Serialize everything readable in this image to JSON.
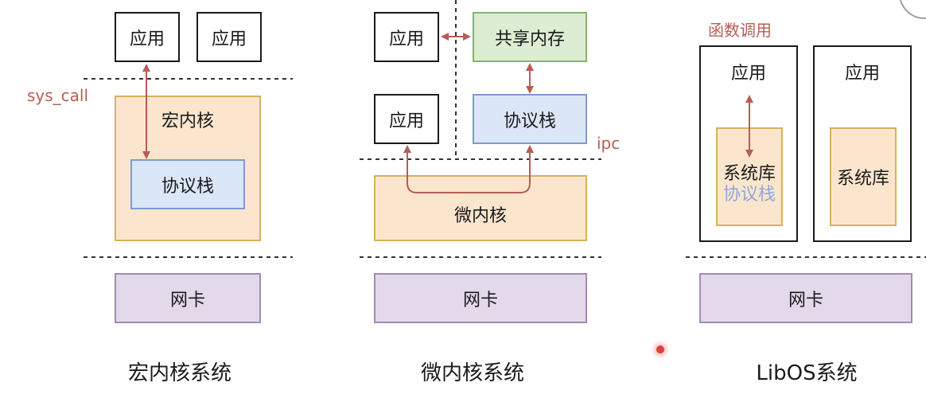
{
  "monolithic": {
    "app_left": "应用",
    "app_right": "应用",
    "syscall_label": "sys_call",
    "kernel": "宏内核",
    "protocol_stack": "协议栈",
    "nic": "网卡",
    "caption": "宏内核系统"
  },
  "microkernel": {
    "app_top": "应用",
    "shared_memory": "共享内存",
    "app_bottom": "应用",
    "protocol_stack": "协议栈",
    "ipc_label": "ipc",
    "kernel": "微内核",
    "nic": "网卡",
    "caption": "微内核系统"
  },
  "libos": {
    "call_label": "函数调用",
    "container_left": {
      "app": "应用",
      "system_library": "系统库",
      "protocol_stack": "协议栈"
    },
    "container_right": {
      "app": "应用",
      "system_library": "系统库"
    },
    "nic": "网卡",
    "caption": "LibOS系统"
  },
  "colors": {
    "arrow": "#b65e55",
    "kernel_fill": "#fbe6cd",
    "protocol_fill": "#dbe6f6",
    "shared_memory_fill": "#dcedd3",
    "nic_fill": "#e3d9ea",
    "stack_text_in_library": "#8ea6da"
  }
}
